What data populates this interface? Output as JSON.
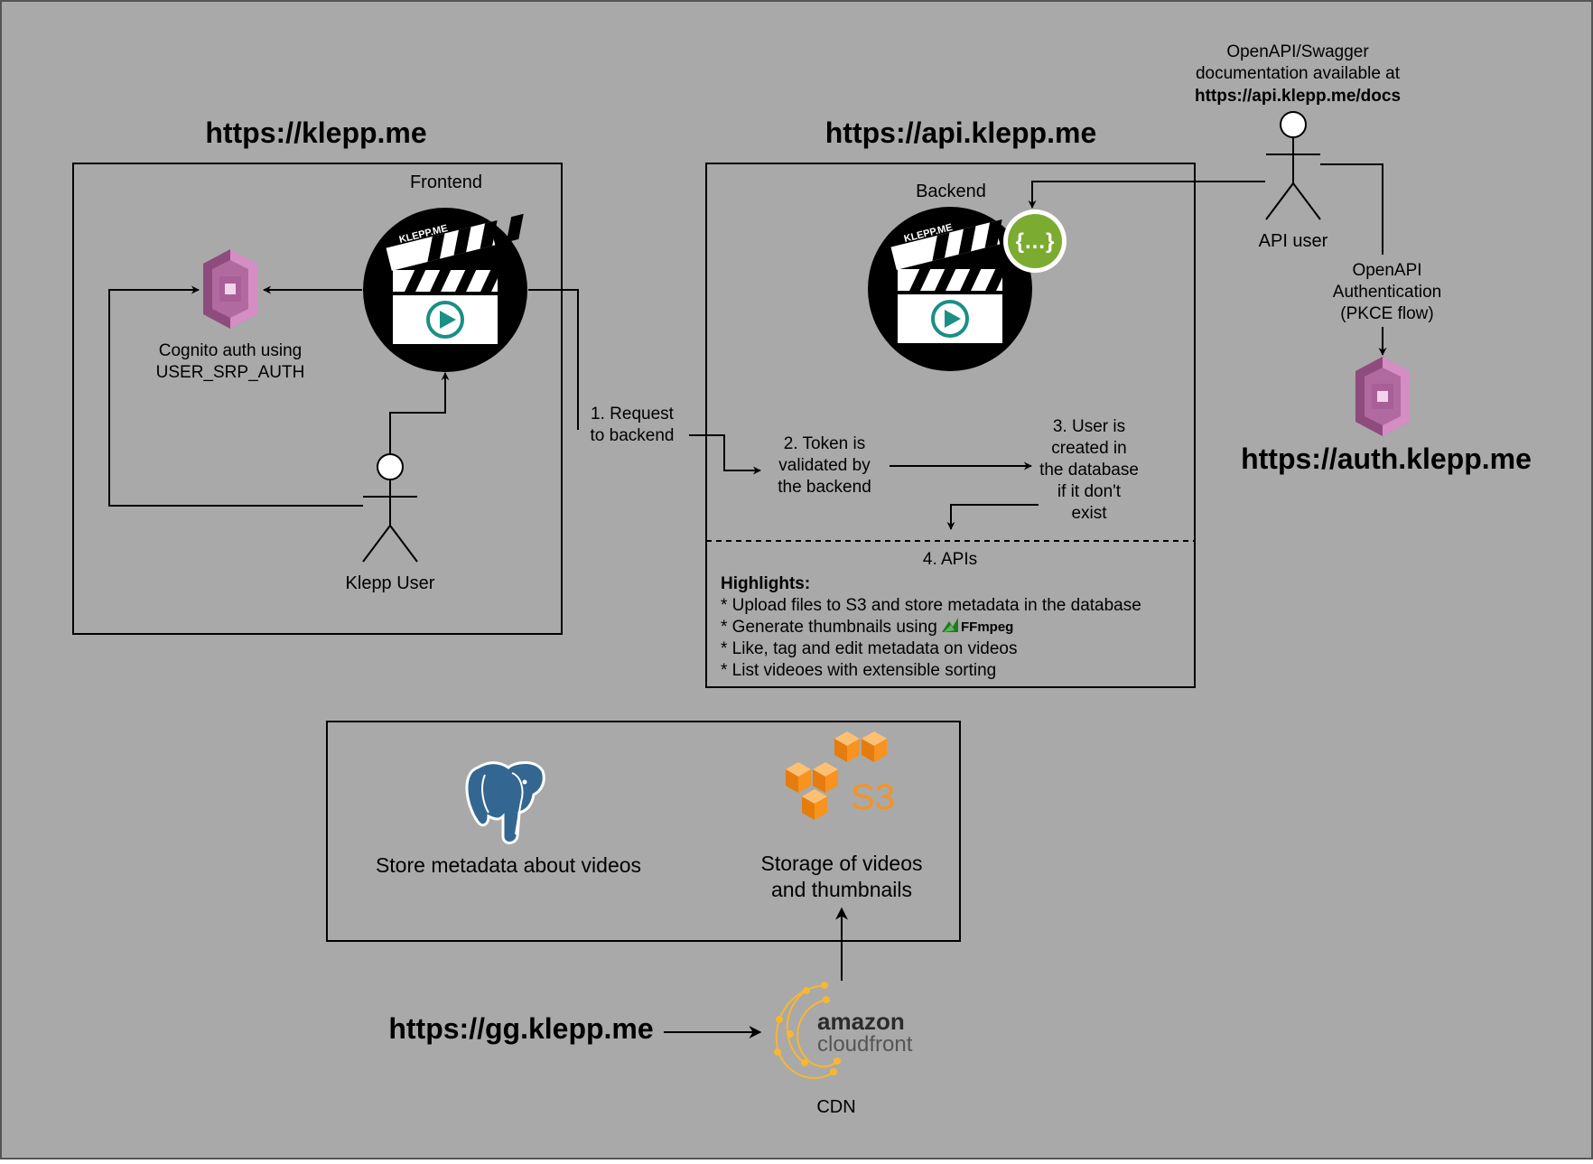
{
  "domains": {
    "frontend_url": "https://klepp.me",
    "api_url": "https://api.klepp.me",
    "auth_url": "https://auth.klepp.me",
    "cdn_url": "https://gg.klepp.me"
  },
  "frontend": {
    "title": "Frontend",
    "logo_text": "KLEPP.ME",
    "cognito_label_1": "Cognito auth using",
    "cognito_label_2": "USER_SRP_AUTH",
    "user_label": "Klepp User"
  },
  "backend": {
    "title": "Backend",
    "logo_text": "KLEPP.ME",
    "swagger_glyph": "{…}",
    "step2": [
      "2. Token is",
      "validated by",
      "the backend"
    ],
    "step3": [
      "3. User is",
      "created in",
      "the database",
      "if it don't",
      "exist"
    ],
    "step4": "4. APIs",
    "highlights_title": "Highlights:",
    "highlights": [
      "* Upload files to S3 and store metadata in the database",
      "* Generate thumbnails using",
      "* Like, tag and edit metadata on videos",
      "* List videoes with extensible sorting"
    ],
    "ffmpeg_label": "FFmpeg"
  },
  "request": [
    "1. Request",
    "to backend"
  ],
  "api_user": {
    "docs": [
      "OpenAPI/Swagger",
      "documentation available at",
      "https://api.klepp.me/docs"
    ],
    "label": "API user",
    "auth_flow": [
      "OpenAPI",
      "Authentication",
      "(PKCE flow)"
    ]
  },
  "storage": {
    "postgres_label": "Store metadata about videos",
    "s3_label": [
      "Storage of videos",
      "and thumbnails"
    ],
    "s3_glyph": "S3"
  },
  "cdn": {
    "brand_1": "amazon",
    "brand_2": "cloudfront",
    "label": "CDN"
  },
  "colors": {
    "background": "#a9a9a9",
    "cognito": "#c27bb0",
    "swagger": "#7cab32",
    "s3": "#f7931e",
    "postgres": "#336791",
    "cloudfront": "#f7b731"
  }
}
